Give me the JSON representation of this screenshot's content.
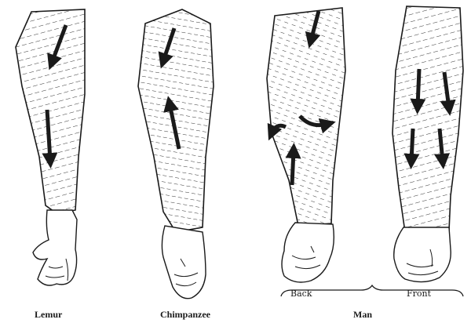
{
  "figure": {
    "captions": {
      "lemur": "Lemur",
      "chimpanzee": "Chimpanzee",
      "man": "Man"
    },
    "sub_labels": {
      "back": "Back",
      "front": "Front"
    },
    "colors": {
      "ink": "#1a1a1a",
      "background": "#ffffff"
    }
  }
}
